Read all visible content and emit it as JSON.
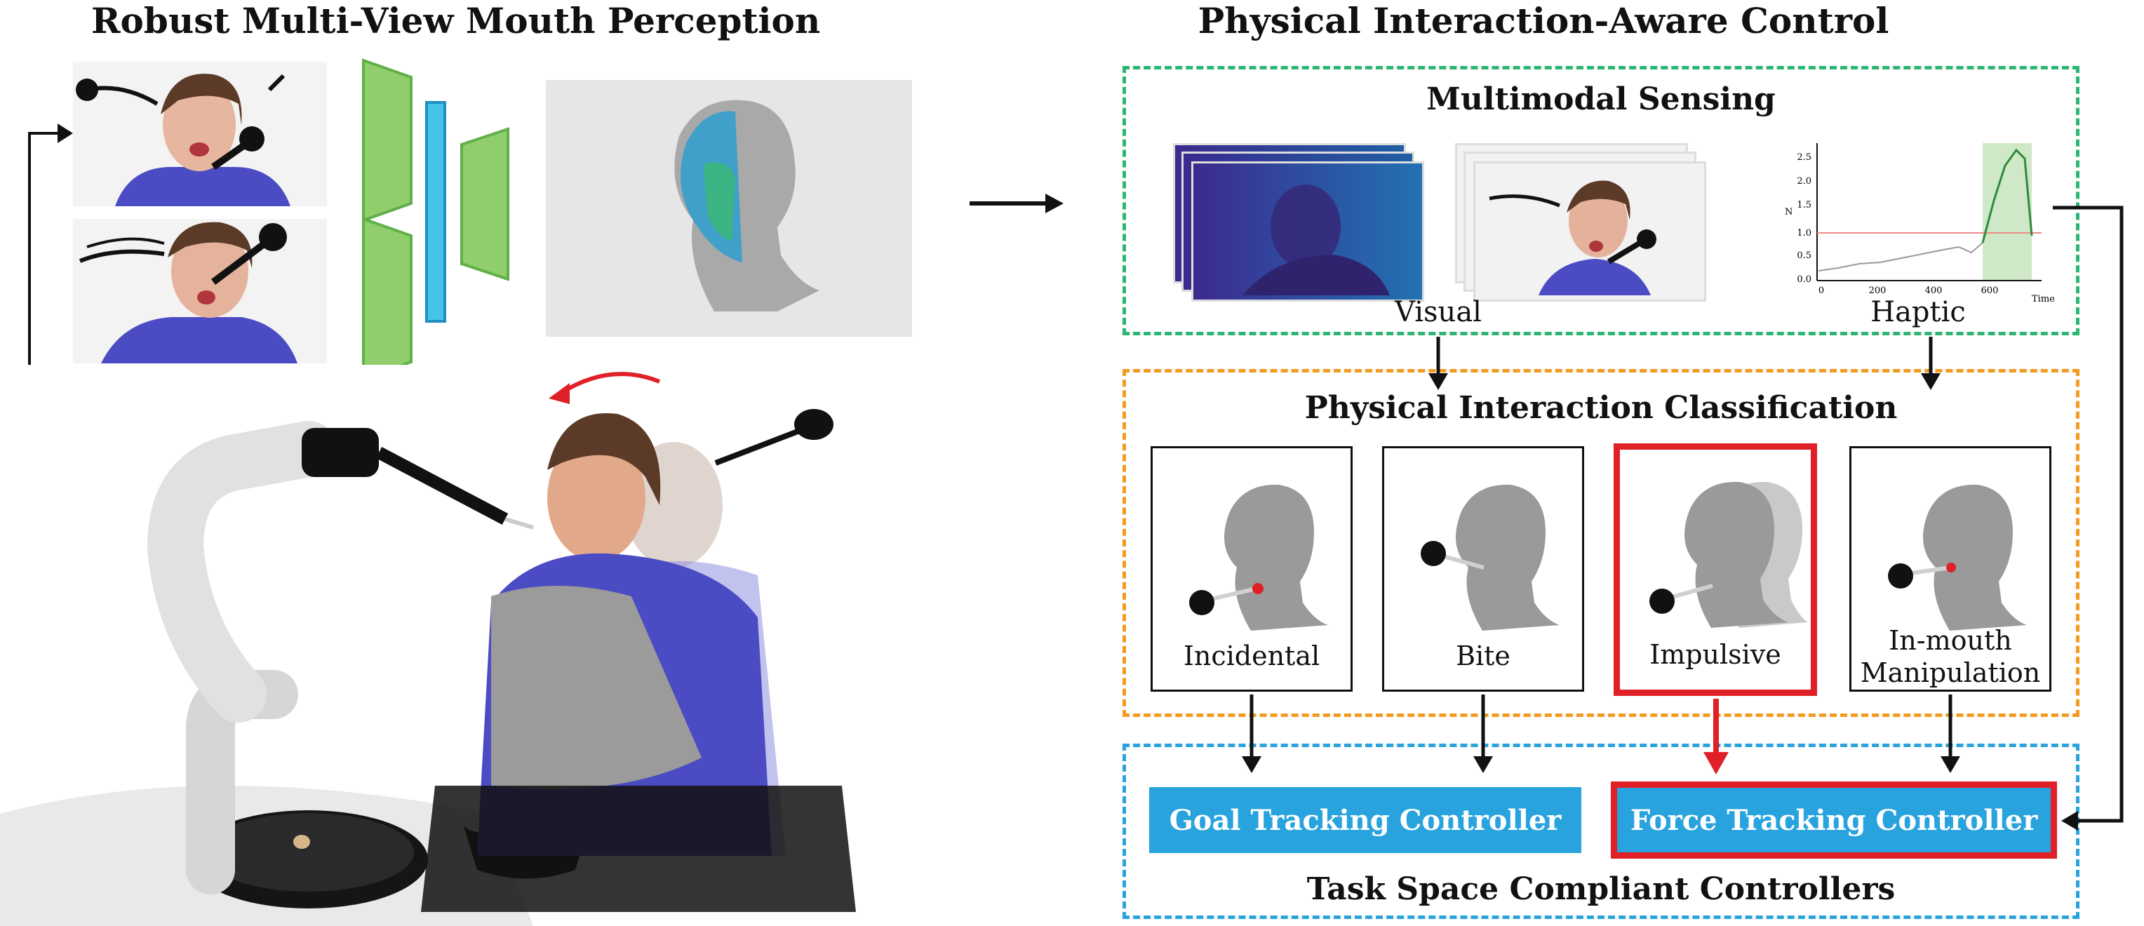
{
  "left": {
    "title": "Robust Multi-View Mouth Perception"
  },
  "right": {
    "title": "Physical Interaction-Aware Control",
    "sensing": {
      "title": "Multimodal Sensing",
      "visual_label": "Visual",
      "haptic_label": "Haptic",
      "plot": {
        "ylabel": "N",
        "xlabel": "Time",
        "yticks": [
          "2.5",
          "2.0",
          "1.5",
          "1.0",
          "0.5",
          "0.0"
        ],
        "xticks": [
          "0",
          "200",
          "400",
          "600"
        ]
      }
    },
    "classification": {
      "title": "Physical Interaction Classification",
      "classes": [
        {
          "label": "Incidental"
        },
        {
          "label": "Bite"
        },
        {
          "label": "Impulsive",
          "highlighted": true
        },
        {
          "label_line1": "In-mouth",
          "label_line2": "Manipulation"
        }
      ]
    },
    "controllers": {
      "title": "Task Space Compliant Controllers",
      "goal": "Goal Tracking Controller",
      "force": "Force Tracking Controller"
    }
  },
  "colors": {
    "green_dash": "#2bb673",
    "orange_dash": "#f39a1f",
    "blue_dash": "#29a3dd",
    "controller_fill": "#29a3dd",
    "highlight_red": "#e02027",
    "network_green": "#8fce6b",
    "network_blue": "#45c4ea"
  }
}
